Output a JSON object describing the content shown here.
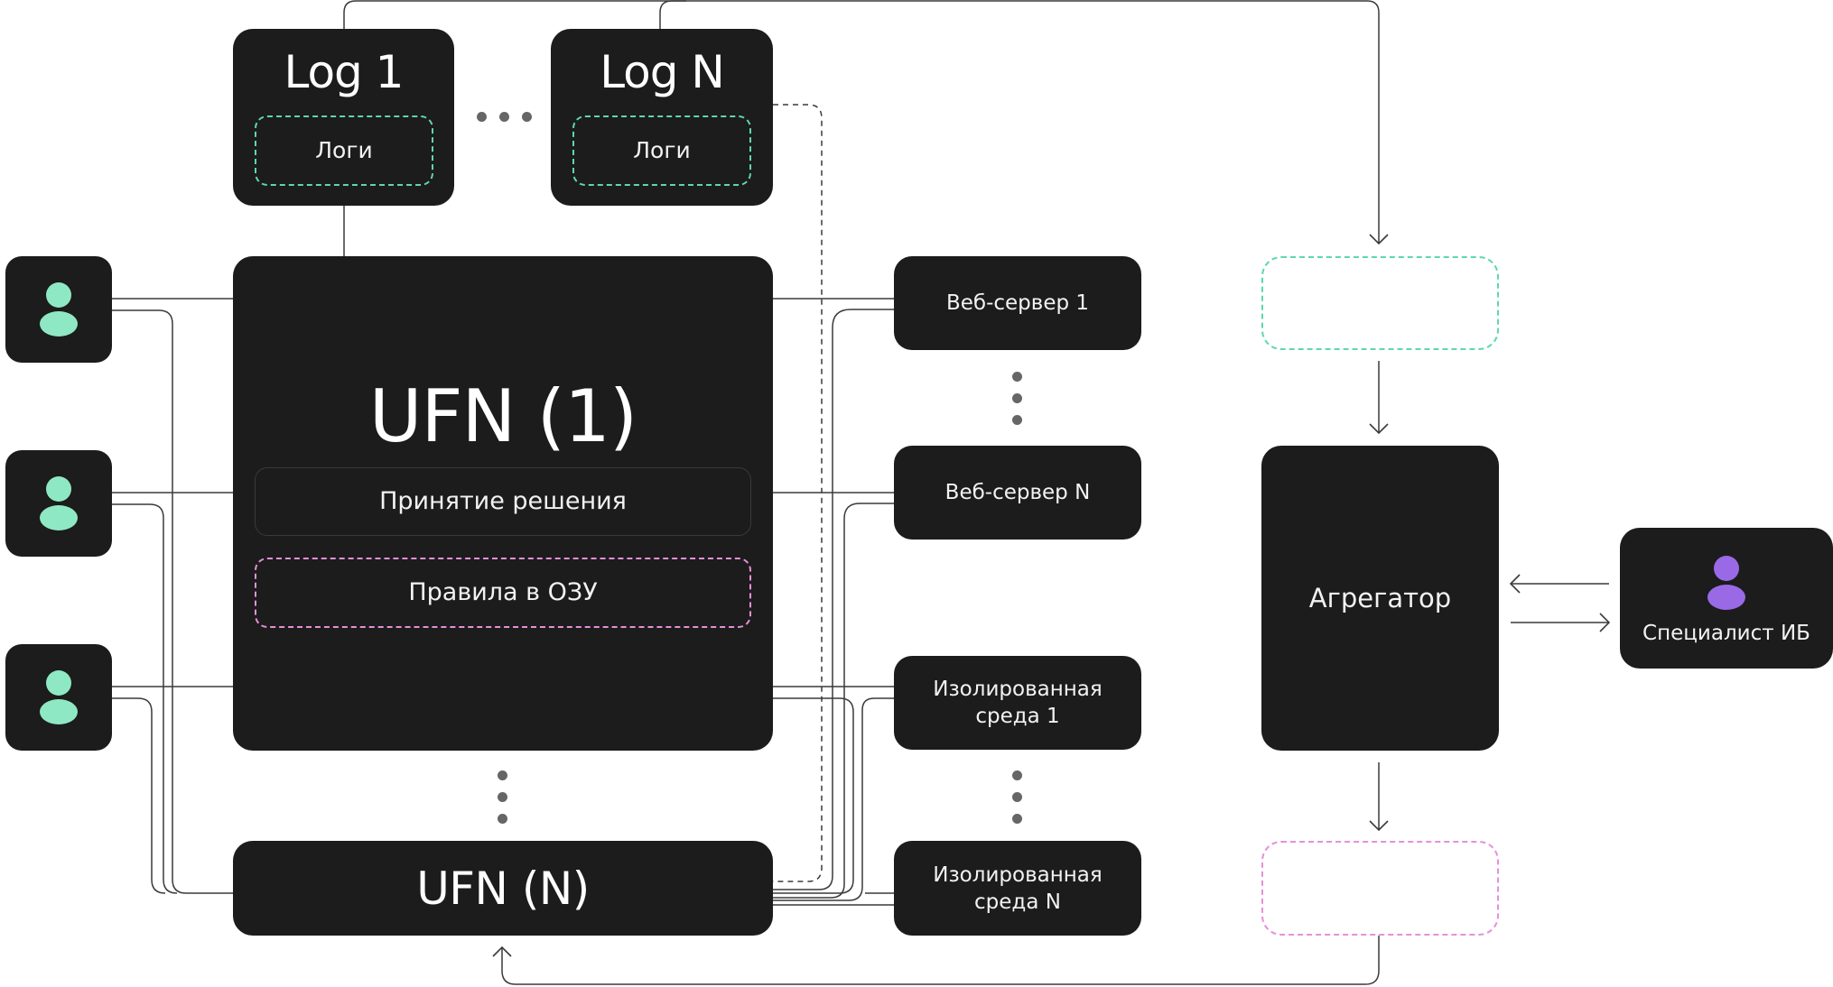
{
  "log_boxes": [
    {
      "title": "Log 1",
      "inner_label": "Логи"
    },
    {
      "title": "Log N",
      "inner_label": "Логи"
    }
  ],
  "ufn_main": {
    "title": "UFN (1)",
    "decision_label": "Принятие решения",
    "rules_label": "Правила в ОЗУ"
  },
  "ufn_last": {
    "title": "UFN (N)"
  },
  "web_servers": [
    "Веб-сервер 1",
    "Веб-сервер N"
  ],
  "isolated_envs": [
    {
      "line1": "Изолированная",
      "line2": "среда 1"
    },
    {
      "line1": "Изолированная",
      "line2": "среда N"
    }
  ],
  "aggregator": {
    "label": "Агрегатор"
  },
  "specialist": {
    "label": "Специалист ИБ",
    "icon": "person-icon"
  },
  "users": [
    {
      "icon": "person-icon"
    },
    {
      "icon": "person-icon"
    },
    {
      "icon": "person-icon"
    }
  ],
  "colors": {
    "node_bg": "#1c1c1c",
    "teal_dashed": "#5fd6b4",
    "pink_dashed": "#e690d8",
    "user_icon": "#8fe8c4",
    "specialist_icon": "#9a6ae6",
    "line": "#3a3a3a"
  }
}
